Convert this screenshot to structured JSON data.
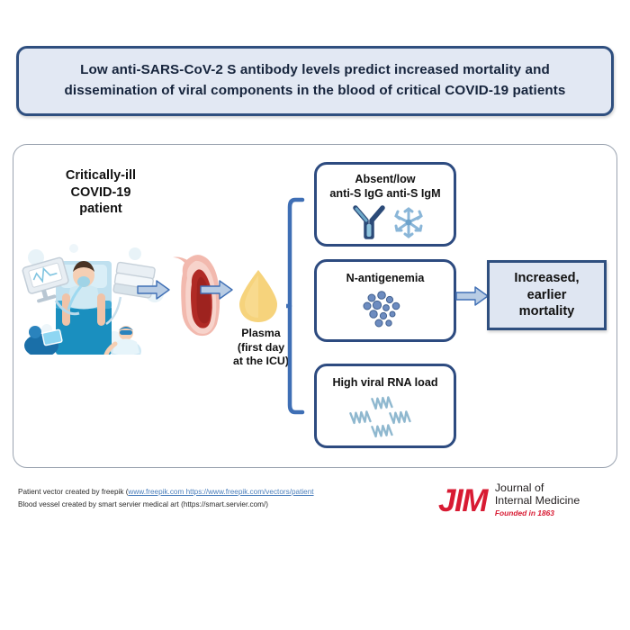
{
  "title": {
    "line1": "Low anti-SARS-CoV-2  S antibody  levels predict increased mortality and",
    "line2": "dissemination of viral components in the blood  of critical COVID-19  patients"
  },
  "patient": {
    "label_line1": "Critically-ill",
    "label_line2": "COVID-19",
    "label_line3": "patient",
    "art_name": "critically-ill-patient-illustration"
  },
  "sample": {
    "vessel_name": "blood-vessel-illustration",
    "plasma_name": "plasma-drop-icon",
    "plasma_label_line1": "Plasma",
    "plasma_label_line2": "(first day",
    "plasma_label_line3": "at the ICU)"
  },
  "findings": [
    {
      "id": "antibody",
      "title_line1": "Absent/low",
      "title_line2": "anti-S IgG anti-S IgM",
      "icons": [
        "igg-antibody-icon",
        "igm-pentamer-icon"
      ]
    },
    {
      "id": "antigenemia",
      "title_line1": "N-antigenemia",
      "title_line2": "",
      "icons": [
        "n-antigen-particles-icon"
      ]
    },
    {
      "id": "viral-rna",
      "title_line1": "High viral RNA load",
      "title_line2": "",
      "icons": [
        "viral-rna-strands-icon"
      ]
    }
  ],
  "outcome": {
    "line1": "Increased,",
    "line2": "earlier",
    "line3": "mortality"
  },
  "credits": {
    "line1_prefix": "Patient vector created by freepik (",
    "line1_link": "www.freepik.com https://www.freepik.com/vectors/patient",
    "line2": "Blood vessel created by smart servier medical art (https://smart.servier.com/)"
  },
  "journal": {
    "mark": "JIM",
    "name_line1": "Journal of",
    "name_line2": "Internal Medicine",
    "founded": "Founded in 1863"
  },
  "colors": {
    "title_border": "#2f4f7f",
    "title_fill": "#e2e8f3",
    "box_border": "#2d4b80",
    "arrow_fill": "#b8cce4",
    "arrow_stroke": "#3f6fb5",
    "plasma": "#f5d37a",
    "journal_red": "#d81b33",
    "rna": "#8fb8cf",
    "antigen_dot": "#5b7bb4"
  }
}
